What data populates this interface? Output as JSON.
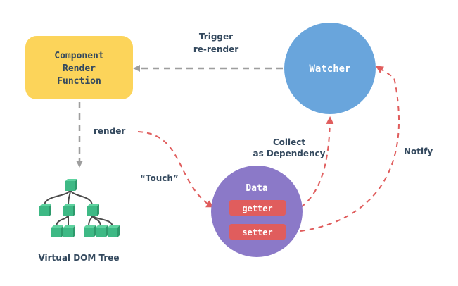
{
  "diagram": {
    "component_box": {
      "lines": [
        "Component",
        "Render",
        "Function"
      ],
      "color": "#fcd45a"
    },
    "watcher": {
      "label": "Watcher",
      "color": "#69a5dc"
    },
    "data_node": {
      "label": "Data",
      "color": "#8b79c8",
      "getter": "getter",
      "setter": "setter",
      "accessor_color": "#e05d5d"
    },
    "vdom": {
      "label": "Virtual DOM Tree",
      "node_color": "#3eb985"
    },
    "edges": {
      "trigger": [
        "Trigger",
        "re-render"
      ],
      "render": "render",
      "touch": "“Touch”",
      "collect": [
        "Collect",
        "as Dependency"
      ],
      "notify": "Notify"
    },
    "colors": {
      "gray_arrow": "#9e9e9e",
      "red_arrow": "#e05d5d",
      "label_text": "#34495e"
    }
  }
}
